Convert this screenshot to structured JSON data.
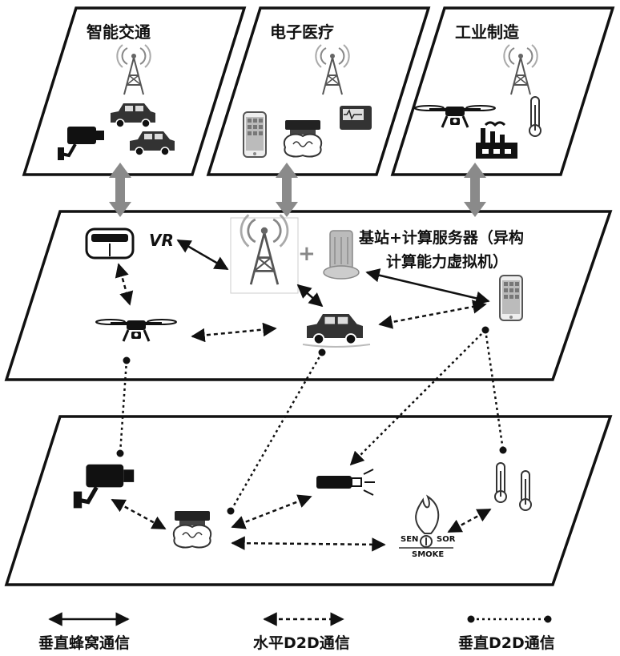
{
  "domains": {
    "left": "智能交通",
    "middle": "电子医疗",
    "right": "工业制造"
  },
  "middle_layer": {
    "vr_text": "VR",
    "plus": "+",
    "base_station_line1": "基站+计算服务器（异构",
    "base_station_line2": "计算能力虚拟机）"
  },
  "bottom_layer": {
    "smoke_sensor_left": "SEN",
    "smoke_sensor_right": "SOR",
    "smoke_sensor_bottom": "SMOKE"
  },
  "legend": {
    "vertical_cellular": "垂直蜂窝通信",
    "horizontal_d2d": "水平D2D通信",
    "vertical_d2d": "垂直D2D通信"
  },
  "colors": {
    "stroke": "#111111",
    "up_down_arrow": "#8a8a8a"
  }
}
